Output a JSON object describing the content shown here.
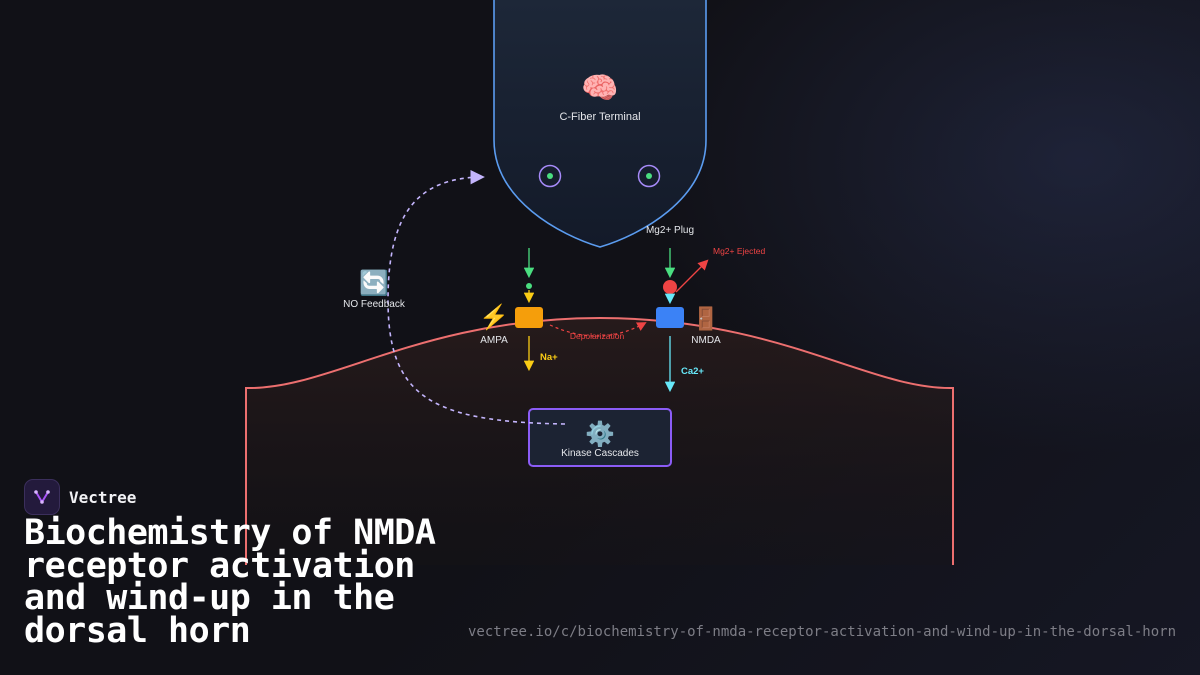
{
  "diagram": {
    "presynaptic_label": "C-Fiber Terminal",
    "presynaptic_icon": "brain-icon",
    "ampa_label": "AMPA",
    "ampa_icon": "lightning-icon",
    "nmda_label": "NMDA",
    "nmda_icon": "door-icon",
    "mg_plug_label": "Mg2+ Plug",
    "mg_ejected_label": "Mg2+ Ejected",
    "depolarization_label": "Depolarization",
    "na_label": "Na+",
    "ca_label": "Ca2+",
    "kinase_label": "Kinase Cascades",
    "kinase_icon": "gear-icon",
    "no_feedback_label": "NO Feedback",
    "no_feedback_icon": "cycle-arrows-icon",
    "colors": {
      "terminal_stroke": "#5b9cf0",
      "membrane": "#ec6f6f",
      "glutamate": "#4ade80",
      "ampa": "#f59e0b",
      "nmda": "#3b82f6",
      "sodium": "#facc15",
      "calcium": "#67e8f9",
      "magnesium": "#ef4444",
      "kinase_border": "#8b5cf6",
      "feedback": "#c4b5fd"
    }
  },
  "brand": {
    "name": "Vectree",
    "title": "Biochemistry of NMDA receptor activation and wind-up in the dorsal horn",
    "url": "vectree.io/c/biochemistry-of-nmda-receptor-activation-and-wind-up-in-the-dorsal-horn"
  }
}
